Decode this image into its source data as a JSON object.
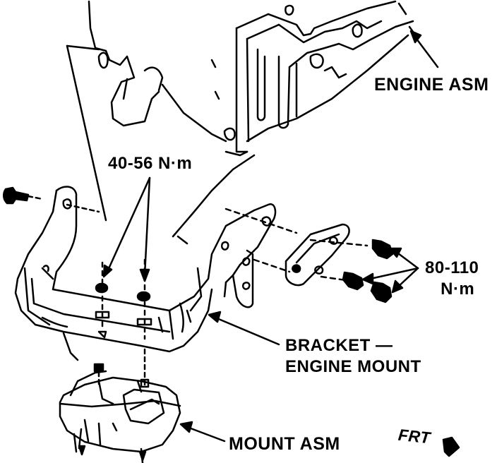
{
  "labels": {
    "engine_asm": "ENGINE ASM",
    "torque_upper": "40-56 N·m",
    "torque_right_value": "80-110",
    "torque_right_unit": "N·m",
    "bracket_line1": "BRACKET —",
    "bracket_line2": "ENGINE MOUNT",
    "mount_asm": "MOUNT ASM",
    "front": "FRT"
  },
  "colors": {
    "ink": "#000000",
    "paper": "#ffffff"
  }
}
